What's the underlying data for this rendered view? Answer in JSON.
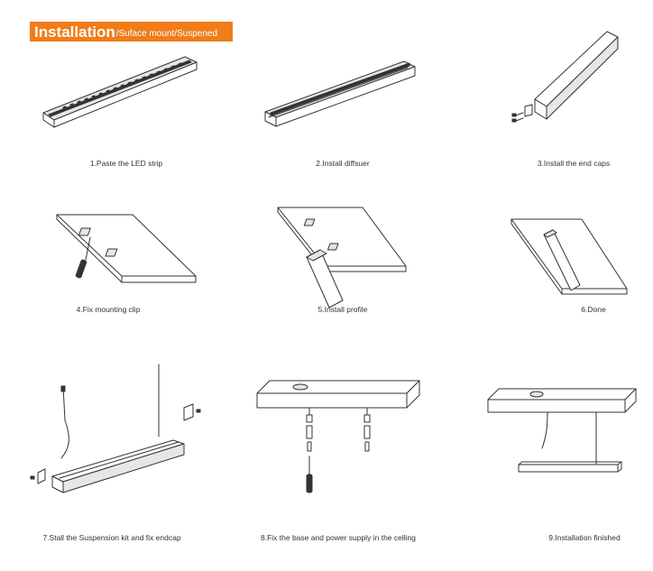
{
  "header": {
    "title": "Installation",
    "subtitle": "/Suface mount/Suspened",
    "accent_color": "#f07d1a"
  },
  "steps": [
    {
      "label": "1.Paste the LED strip"
    },
    {
      "label": "2.Install diffsuer"
    },
    {
      "label": "3.Install the end caps"
    },
    {
      "label": "4.Fix mounting clip"
    },
    {
      "label": "5.Install profile"
    },
    {
      "label": "6.Done"
    },
    {
      "label": "7.Stall the Suspension kit and fix endcap"
    },
    {
      "label": "8.Fix the base and power supply in the celling"
    },
    {
      "label": "9.Installation finished"
    }
  ]
}
